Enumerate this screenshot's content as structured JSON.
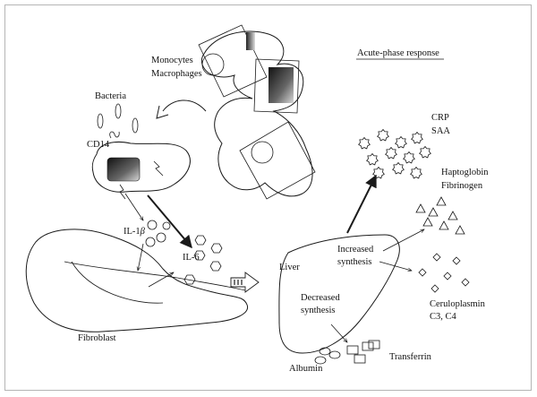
{
  "labels": {
    "monocytes": "Monocytes",
    "macrophages": "Macrophages",
    "acute_phase_response": "Acute-phase response",
    "bacteria": "Bacteria",
    "cd14": "CD14",
    "crp": "CRP",
    "saa": "SAA",
    "haptoglobin": "Haptoglobin",
    "fibrinogen": "Fibrinogen",
    "il1_prefix": "IL-1",
    "il1_beta": "β",
    "il6": "IL-6",
    "liver": "Liver",
    "increased": "Increased",
    "increased_synthesis": "synthesis",
    "decreased": "Decreased",
    "decreased_synthesis": "synthesis",
    "ceruloplasmin": "Ceruloplasmin",
    "c3_c4": "C3, C4",
    "fibroblast": "Fibroblast",
    "albumin": "Albumin",
    "transferrin": "Transferrin"
  },
  "colors": {
    "ink": "#1a1a1a",
    "frame": "#b5b5b5",
    "background": "#ffffff"
  }
}
